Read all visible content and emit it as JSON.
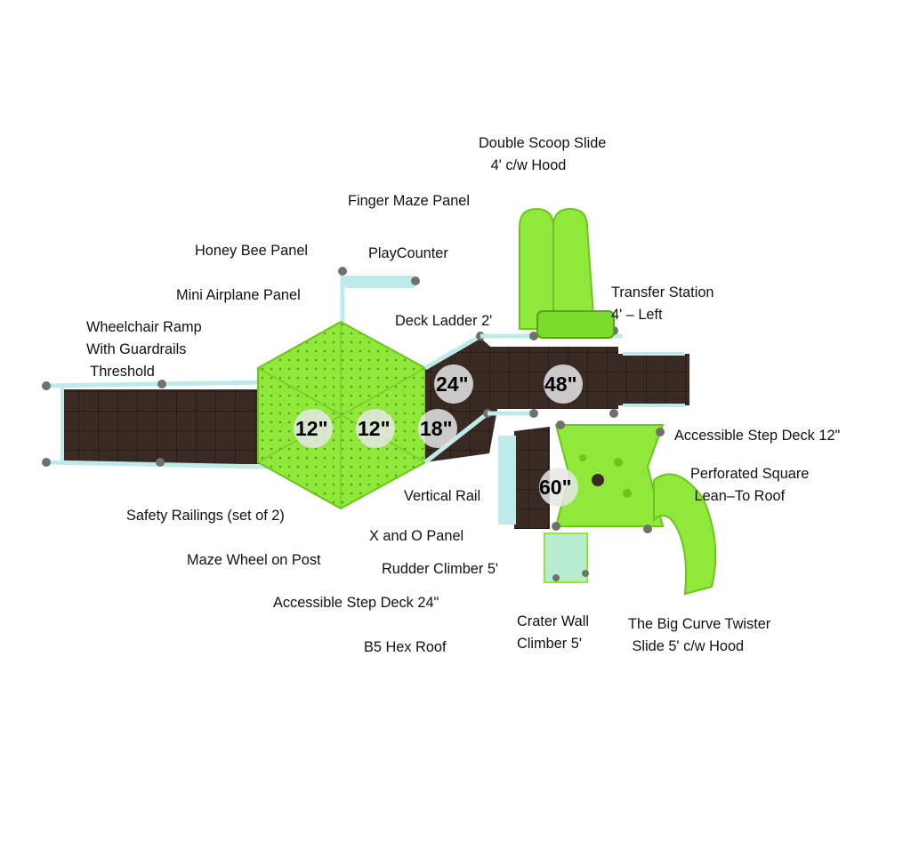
{
  "colors": {
    "deck": "#3a2a24",
    "deck_grid": "#241814",
    "lime": "#8fe83a",
    "lime_dark": "#6cc51f",
    "rail": "#bfeaea",
    "post": "#707070",
    "badge": "#e6e6e6"
  },
  "labels": {
    "double_scoop_slide": "Double Scoop Slide\n   4' c/w Hood",
    "finger_maze_panel": "Finger Maze Panel",
    "honey_bee_panel": "Honey Bee Panel",
    "playcounter": "PlayCounter",
    "mini_airplane_panel": "Mini Airplane Panel",
    "transfer_station": "Transfer Station\n4' – Left",
    "wheelchair_ramp": "Wheelchair Ramp\nWith Guardrails\n Threshold",
    "deck_ladder": "Deck Ladder 2'",
    "accessible_step_deck_12": "Accessible Step Deck 12\"",
    "perforated_square_roof": "Perforated Square\n Lean–To Roof",
    "vertical_rail": "Vertical Rail",
    "safety_railings": "Safety Railings (set of 2)",
    "x_and_o_panel": "X and O Panel",
    "maze_wheel": "Maze Wheel on Post",
    "rudder_climber": "Rudder Climber 5'",
    "accessible_step_deck_24": "Accessible Step Deck 24\"",
    "crater_wall_climber": "Crater Wall\nClimber 5'",
    "big_curve_twister": "The Big Curve Twister\n Slide 5' c/w Hood",
    "b5_hex_roof": "B5 Hex Roof"
  },
  "heights": {
    "hex_left": "12\"",
    "hex_right": "12\"",
    "step_upper": "24\"",
    "step_lower": "18\"",
    "main_deck": "48\"",
    "lower_deck": "60\""
  }
}
